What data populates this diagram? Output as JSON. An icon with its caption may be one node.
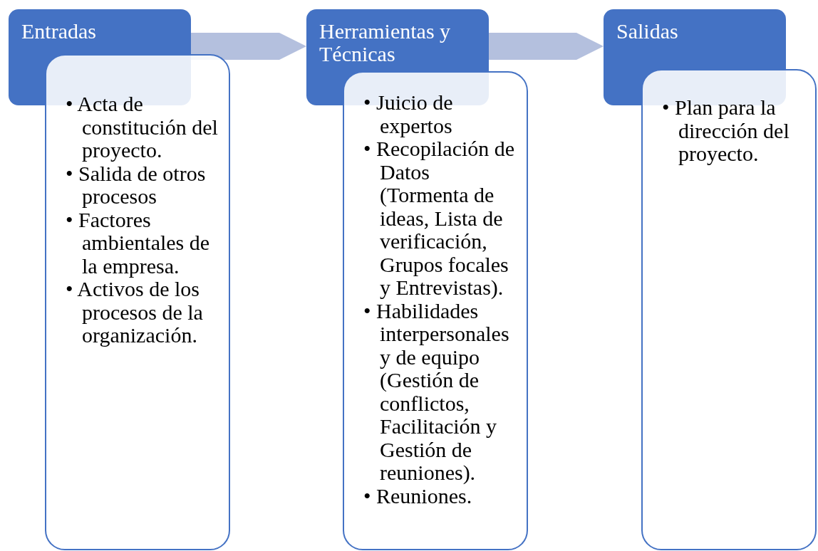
{
  "diagram": {
    "nodes": [
      {
        "text": [
          "Entradas"
        ]
      },
      {
        "text": [
          "• Acta de constitución del proyecto.",
          "• Salida de otros procesos",
          "• Factores ambientales de la empresa.",
          "• Activos de los procesos de la organización."
        ]
      },
      {
        "text": [
          "Herramientas y Técnicas"
        ]
      },
      {
        "text": [
          "• Juicio de expertos",
          "• Recopilación de Datos (Tormenta de ideas, Lista de verificación, Grupos focales y Entrevistas).",
          "• Habilidades interpersonales y de equipo (Gestión de conflictos, Facilitación y Gestión de reuniones).",
          "• Reuniones."
        ]
      },
      {
        "text": [
          "Salidas"
        ]
      },
      {
        "text": [
          "• Plan para la dirección del proyecto."
        ]
      }
    ],
    "edges": [
      {
        "from": 0,
        "to": 2,
        "arrow": "to"
      },
      {
        "from": 2,
        "to": 4,
        "arrow": "to"
      }
    ]
  }
}
